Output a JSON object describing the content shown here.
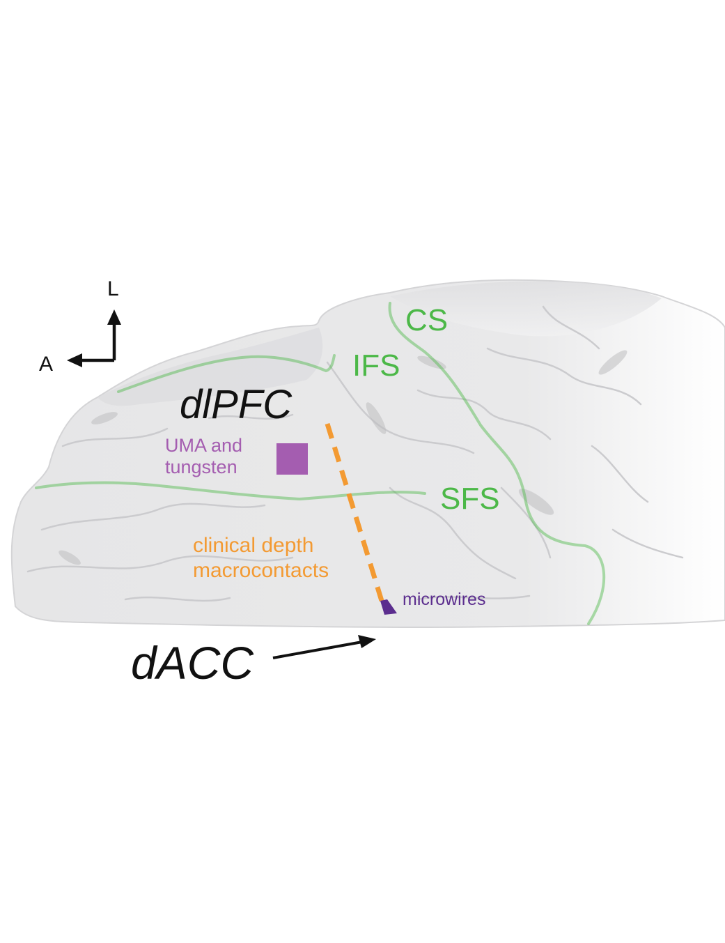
{
  "colors": {
    "sulcus": "#4cb848",
    "uma": "#a45db0",
    "clinical": "#f39a32",
    "microwire": "#5b2d8e",
    "text": "#111111",
    "brain_fill": "#e9e9ea",
    "brain_edge": "#c9c9cc"
  },
  "orientation": {
    "lateral": "L",
    "anterior": "A"
  },
  "regions": {
    "dlpfc": "dlPFC",
    "dacc": "dACC"
  },
  "sulci": {
    "cs": "CS",
    "ifs": "IFS",
    "sfs": "SFS"
  },
  "electrodes": {
    "uma_line1": "UMA and",
    "uma_line2": "tungsten",
    "clinical_line1": "clinical depth",
    "clinical_line2": "macrocontacts",
    "microwires": "microwires"
  }
}
